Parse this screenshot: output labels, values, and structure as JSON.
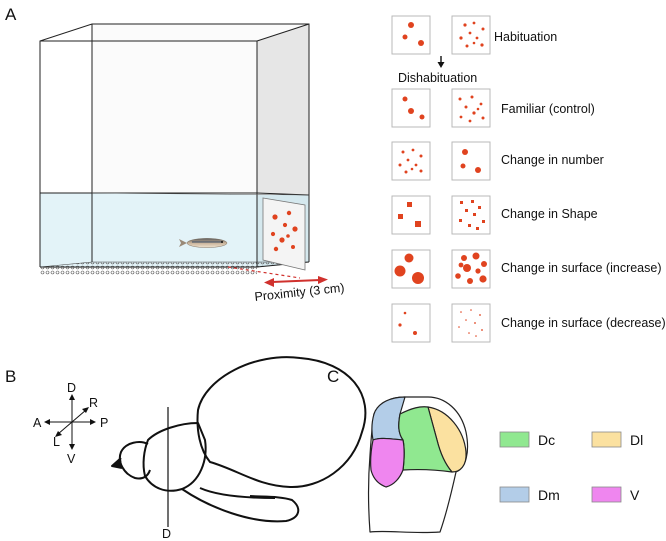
{
  "panels": {
    "a": "A",
    "b": "B",
    "c": "C"
  },
  "setup": {
    "proximity_label": "Proximity (3 cm)",
    "colors": {
      "stimulus_dots": "#e0431f",
      "proximity_marker": "#d0312d",
      "water": "#e3f3f8"
    }
  },
  "conditions": [
    {
      "label": "Habituation"
    },
    {
      "label": "Familiar (control)"
    },
    {
      "label": "Change in number"
    },
    {
      "label": "Change in Shape"
    },
    {
      "label": "Change in surface (increase)"
    },
    {
      "label": "Change in surface (decrease)"
    }
  ],
  "transition_label": "Dishabituation",
  "brain": {
    "axes": {
      "dorsal": "D",
      "ventral": "V",
      "anterior": "A",
      "posterior": "P",
      "right": "R",
      "left": "L"
    },
    "section_label": "D"
  },
  "regions": [
    {
      "label": "Dc",
      "color": "#90e890"
    },
    {
      "label": "Dl",
      "color": "#fbe1a0"
    },
    {
      "label": "Dm",
      "color": "#b3cde8"
    },
    {
      "label": "V",
      "color": "#ef86ef"
    }
  ]
}
